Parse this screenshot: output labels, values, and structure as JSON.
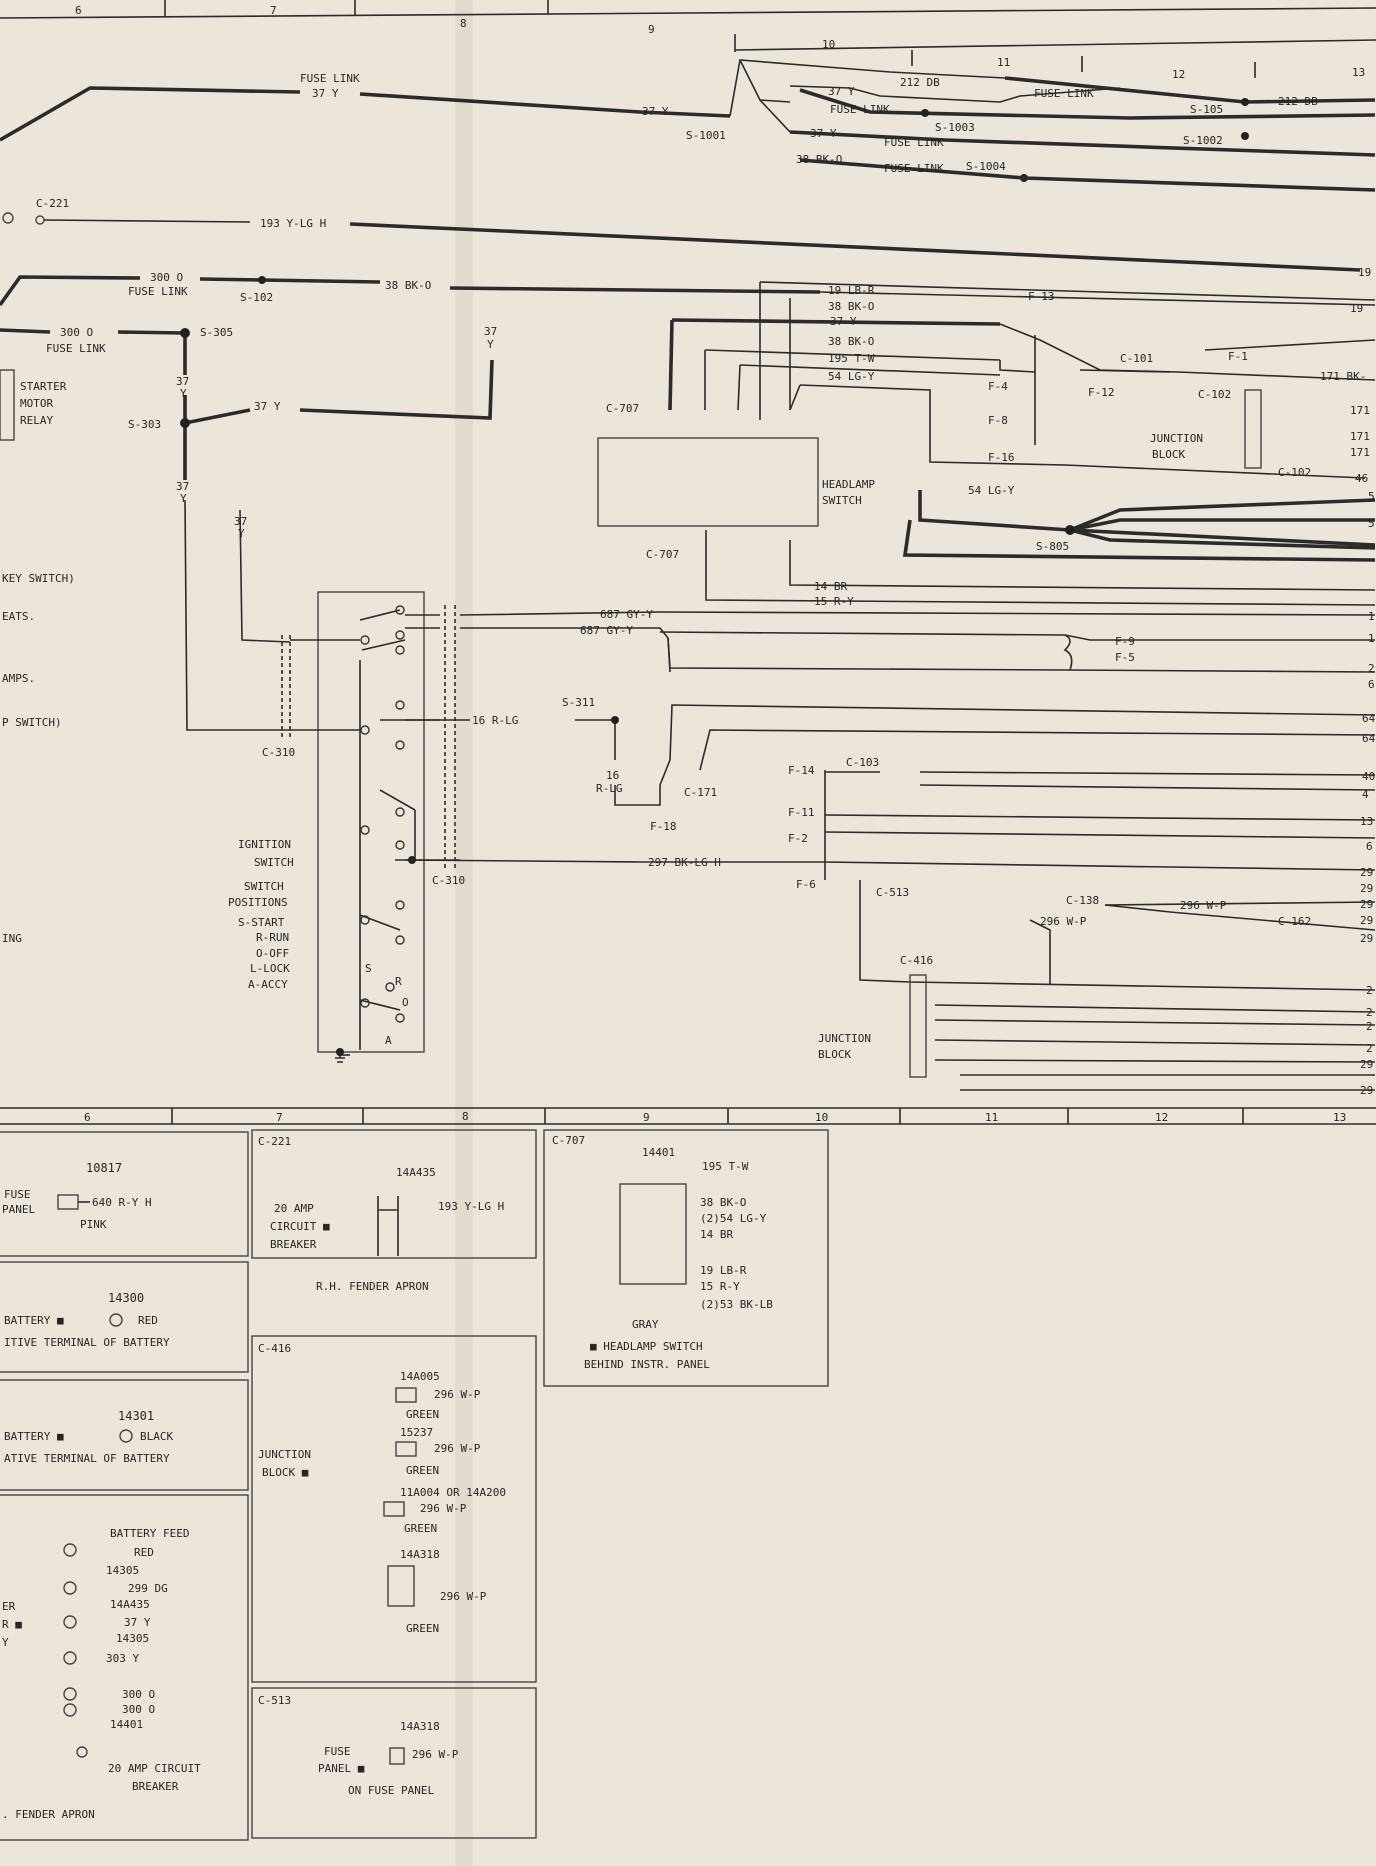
{
  "grid": {
    "top_numbers": [
      "6",
      "7",
      "8",
      "9",
      "10",
      "11",
      "12",
      "13"
    ],
    "bottom_numbers": [
      "6",
      "7",
      "8",
      "9",
      "10",
      "11",
      "12",
      "13"
    ]
  },
  "wires": {
    "fuse_link_37y_top": "FUSE LINK",
    "w37y_a": "37 Y",
    "w37y_b": "37 Y",
    "s1001": "S-1001",
    "w212db": "212 DB",
    "fuse_link_1": "FUSE LINK",
    "w37y_c": "37 Y",
    "fuse_link_2": "FUSE LINK",
    "s1003": "S-1003",
    "w37y_d": "37 Y",
    "fuse_link_3": "FUSE LINK",
    "w38bko": "38 BK-O",
    "fuse_link_4": "FUSE LINK",
    "s1004": "S-1004",
    "s105": "S-105",
    "w212db_r": "212 DB",
    "s1002": "S-1002",
    "c221": "C-221",
    "w193": "193 Y-LG H",
    "w300o_a": "300 O",
    "fuse_link_5": "FUSE LINK",
    "s102": "S-102",
    "w38bko_b": "38 BK-O",
    "w19_r": "19",
    "w300o_b": "300 O",
    "fuse_link_6": "FUSE LINK",
    "s305": "S-305",
    "w37_vert": "37",
    "w37_vert_y": "Y",
    "starter": [
      "STARTER",
      "MOTOR",
      "RELAY"
    ],
    "s303": "S-303",
    "w37y_e": "37 Y",
    "w37y_v1a": "37",
    "w37y_v1b": "Y",
    "w37y_v2a": "37",
    "w37y_v2b": "Y",
    "w37y_v3a": "37",
    "w37y_v3b": "Y",
    "key_switch": "KEY SWITCH)",
    "eats": "EATS.",
    "amps": "AMPS.",
    "p_switch": "P SWITCH)",
    "ing": "ING",
    "c310_a": "C-310",
    "c310_b": "C-310",
    "w19lbr": "19 LB-R",
    "f13": "F-13",
    "w38bko_c": "38 BK-O",
    "w19_r2": "19",
    "w37y_f": "37 Y",
    "w38bko_d": "38 BK-O",
    "w195tw": "195 T-W",
    "w54lgy": "54 LG-Y",
    "f1": "F-1",
    "c101": "C-101",
    "f4": "F-4",
    "f12": "F-12",
    "f8": "F-8",
    "f16": "F-16",
    "w171bk": "171 BK-",
    "w171a": "171",
    "w171b": "171",
    "w171c": "171",
    "c102_a": "C-102",
    "c102_b": "C-102",
    "junction_block_1": [
      "JUNCTION",
      "BLOCK"
    ],
    "w46": "46",
    "c707_a": "C-707",
    "headlamp_switch": [
      "HEADLAMP",
      "SWITCH"
    ],
    "c707_b": "C-707",
    "w54lgy_b": "54 LG-Y",
    "s805": "S-805",
    "w14br": "14 BR",
    "w15ry": "15 R-Y",
    "w687a": "687 GY-Y",
    "w687b": "687 GY-Y",
    "f9": "F-9",
    "f5": "F-5",
    "w16rlg": "16 R-LG",
    "s311": "S-311",
    "w16a": "16",
    "w16b": "R-LG",
    "c171": "C-171",
    "f18": "F-18",
    "ignition": [
      "IGNITION",
      "SWITCH",
      "SWITCH",
      "POSITIONS",
      "S-START",
      "R-RUN",
      "O-OFF",
      "L-LOCK",
      "A-ACCY"
    ],
    "w297": "297 BK-LG H",
    "f14": "F-14",
    "c103": "C-103",
    "f11": "F-11",
    "f2": "F-2",
    "f6": "F-6",
    "c513": "C-513",
    "c138": "C-138",
    "w296wp_a": "296 W-P",
    "w296wp_b": "296 W-P",
    "c162": "C-162",
    "c416": "C-416",
    "junction_block_2": [
      "JUNCTION",
      "BLOCK"
    ],
    "right_edge": [
      "5",
      "5",
      "1",
      "1",
      "2",
      "6",
      "64",
      "64",
      "40",
      "4",
      "13",
      "6",
      "29",
      "29",
      "29",
      "29",
      "29",
      "2",
      "2",
      "2",
      "2",
      "29",
      "29"
    ],
    "switch_pos": [
      "S",
      "R",
      "O",
      "A"
    ]
  },
  "panels": {
    "p10817": {
      "part": "10817",
      "lines": [
        "FUSE",
        "PANEL"
      ],
      "wire": "640 R-Y H",
      "color": "PINK"
    },
    "p14300": {
      "part": "14300",
      "line1": "BATTERY ■",
      "color": "RED",
      "line2": "ITIVE TERMINAL OF BATTERY"
    },
    "p14301": {
      "part": "14301",
      "line1": "BATTERY ■",
      "color": "BLACK",
      "line2": "ATIVE TERMINAL OF BATTERY"
    },
    "pstarter": {
      "feed": "BATTERY FEED",
      "feed_color": "RED",
      "p1": "14305",
      "w1": "299 DG",
      "p2": "14A435",
      "w2": "37 Y",
      "p3": "14305",
      "w3": "303 Y",
      "w4": "300 O",
      "w5": "300 O",
      "p4": "14401",
      "cb": [
        "20 AMP CIRCUIT",
        "BREAKER"
      ],
      "left": [
        "ER",
        "R ■",
        "Y"
      ],
      "footer": ". FENDER APRON"
    },
    "c221": {
      "title": "C-221",
      "part": "14A435",
      "lines": [
        "20 AMP",
        "CIRCUIT ■",
        "BREAKER"
      ],
      "wire": "193 Y-LG H",
      "footer": "R.H. FENDER APRON"
    },
    "c416": {
      "title": "C-416",
      "label": [
        "JUNCTION",
        "BLOCK ■"
      ],
      "items": [
        {
          "part": "14A005",
          "wire": "296 W-P",
          "color": "GREEN"
        },
        {
          "part": "15237",
          "wire": "296 W-P",
          "color": "GREEN"
        },
        {
          "part": "11A004 OR 14A200",
          "wire": "296 W-P",
          "color": "GREEN"
        },
        {
          "part": "14A318",
          "wire": "296 W-P",
          "color": "GREEN"
        }
      ]
    },
    "c513": {
      "title": "C-513",
      "part": "14A318",
      "lines": [
        "FUSE",
        "PANEL ■"
      ],
      "wire": "296 W-P",
      "footer": "ON FUSE PANEL"
    },
    "c707": {
      "title": "C-707",
      "part": "14401",
      "wires": [
        "195 T-W",
        "38 BK-O",
        "(2)54 LG-Y",
        "14 BR",
        "19 LB-R",
        "15 R-Y",
        "(2)53 BK-LB"
      ],
      "color": "GRAY",
      "note": [
        "■ HEADLAMP SWITCH",
        "BEHIND INSTR. PANEL"
      ]
    }
  }
}
